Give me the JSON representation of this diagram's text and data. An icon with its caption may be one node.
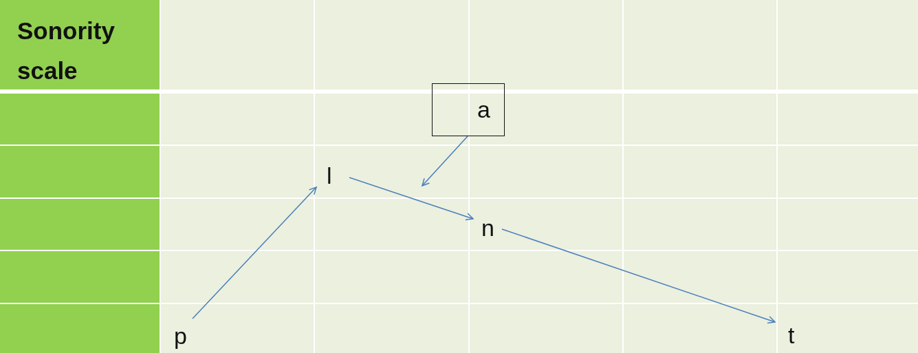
{
  "diagram": {
    "nodes": [
      {
        "text": [
          "a"
        ]
      },
      {
        "text": [
          "l"
        ]
      },
      {
        "text": [
          "n"
        ]
      },
      {
        "text": [
          "p"
        ]
      },
      {
        "text": [
          "t"
        ]
      }
    ],
    "edges": [
      {
        "from": 3,
        "to": 1,
        "arrow": "to"
      },
      {
        "from": 1,
        "to": 2,
        "arrow": "to"
      },
      {
        "from": 2,
        "to": 4,
        "arrow": "to"
      },
      {
        "from": 0,
        "to": null,
        "arrow": "to"
      }
    ],
    "labels": [
      "Sonority scale"
    ]
  }
}
